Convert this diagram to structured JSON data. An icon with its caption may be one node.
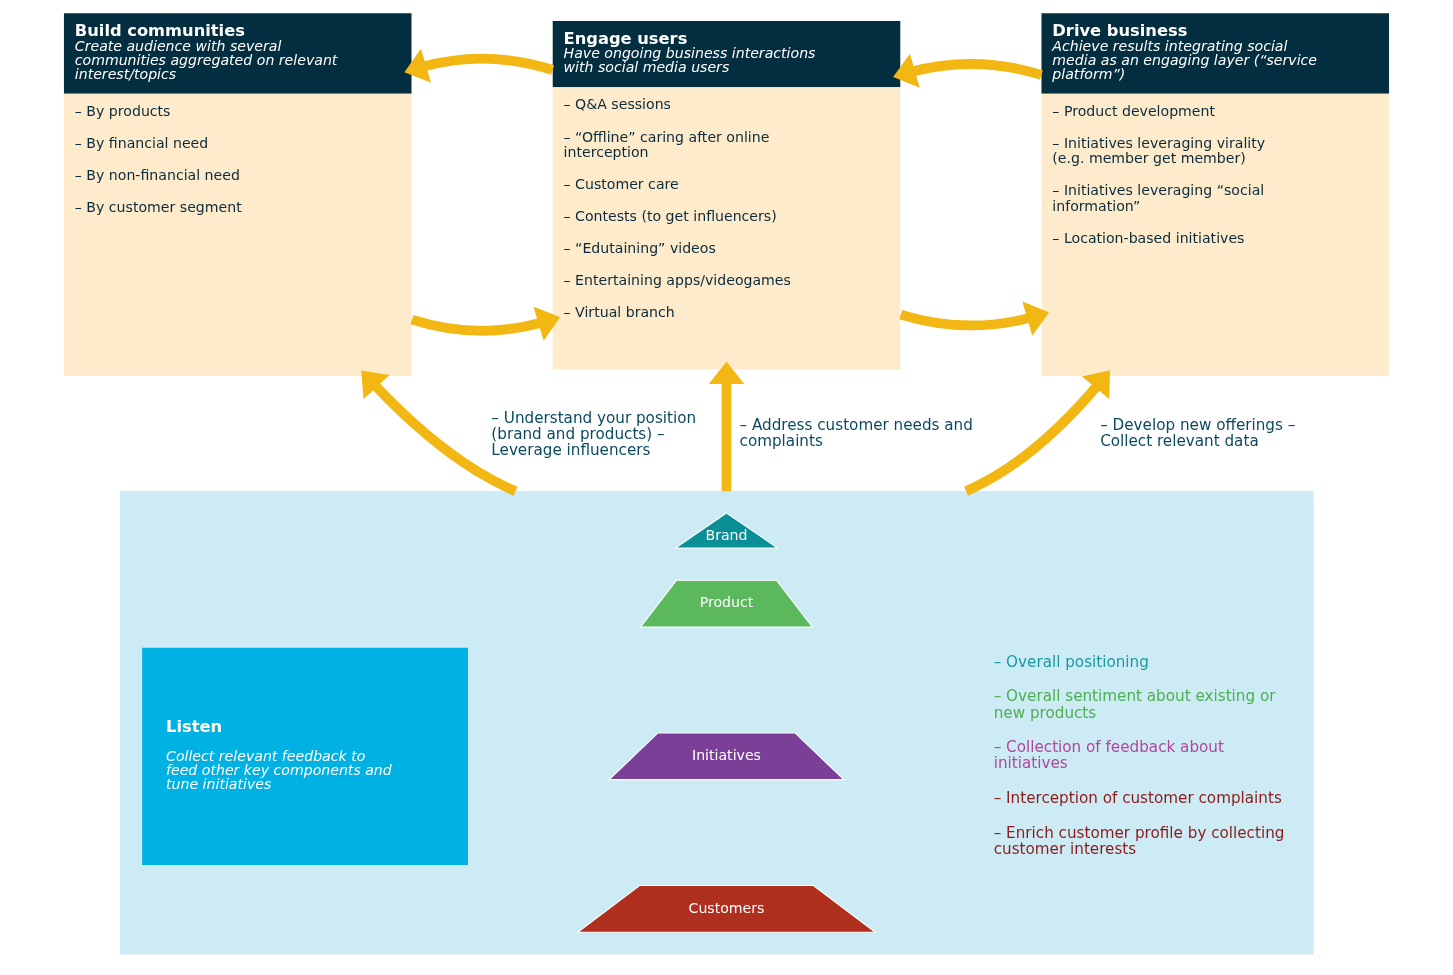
{
  "diagram": {
    "nodes": [
      {
        "text": [
          "Build communities",
          "Create audience with several communities aggregated on relevant interest/topics",
          "– By products",
          "– By financial need",
          "– By non-financial need",
          "– By customer segment"
        ]
      },
      {
        "text": [
          "Engage users",
          "Have ongoing business interactions with social media users",
          "– Q&A sessions",
          "– “Offline” caring after online interception",
          "– Customer care",
          "– Contests (to get influencers)",
          "– “Edutaining” videos",
          "– Entertaining apps/videogames",
          "– Virtual branch"
        ]
      },
      {
        "text": [
          "Drive business",
          "Achieve results integrating social media as an engaging layer (“service platform”)",
          "– Product development",
          "– Initiatives leveraging virality (e.g. member get member)",
          "– Initiatives leveraging “social information”",
          "– Location-based initiatives"
        ]
      },
      {
        "text": [],
        "shape": "box"
      },
      {
        "text": [
          "Listen",
          "Collect relevant feedback to feed other key components and tune initiatives"
        ],
        "in": 3
      },
      {
        "text": [
          "Brand"
        ],
        "in": 3
      },
      {
        "text": [
          "Product"
        ],
        "in": 3
      },
      {
        "text": [
          "Initiatives"
        ],
        "in": 3
      },
      {
        "text": [
          "Customers"
        ],
        "in": 3
      }
    ],
    "edges": [
      {
        "from": 1,
        "to": 0,
        "arrow": "to"
      },
      {
        "from": 2,
        "to": 1,
        "arrow": "to"
      },
      {
        "from": 0,
        "to": 1,
        "arrow": "to"
      },
      {
        "from": 1,
        "to": 2,
        "arrow": "to"
      },
      {
        "from": 3,
        "to": 0,
        "arrow": "to",
        "label": "– Understand your position (brand and products) – Leverage influencers"
      },
      {
        "from": 3,
        "to": 1,
        "arrow": "to",
        "label": "– Address customer needs and complaints"
      },
      {
        "from": 3,
        "to": 2,
        "arrow": "to",
        "label": "– Develop new offerings – Collect relevant data"
      }
    ],
    "labels": [
      "– Overall positioning",
      "– Overall sentiment about existing or new products",
      "– Collection of feedback about initiatives",
      "– Interception of customer complaints",
      "– Enrich customer profile by collecting customer interests"
    ]
  }
}
